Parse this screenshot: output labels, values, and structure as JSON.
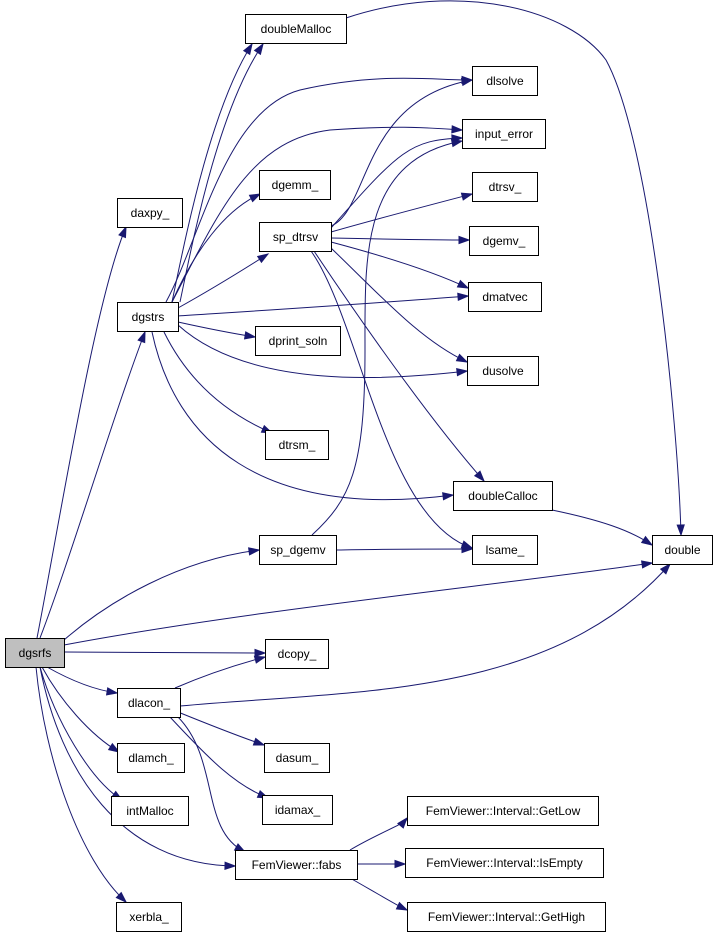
{
  "diagram": {
    "edge_color": "#191970",
    "root_fill": "#bfbfbf",
    "nodes": [
      {
        "id": "dgsrfs",
        "label": "dgsrfs"
      },
      {
        "id": "daxpy",
        "label": "daxpy_"
      },
      {
        "id": "dgstrs",
        "label": "dgstrs"
      },
      {
        "id": "doubleMalloc",
        "label": "doubleMalloc"
      },
      {
        "id": "dlsolve",
        "label": "dlsolve"
      },
      {
        "id": "input_error",
        "label": "input_error"
      },
      {
        "id": "dgemm",
        "label": "dgemm_"
      },
      {
        "id": "sp_dtrsv",
        "label": "sp_dtrsv"
      },
      {
        "id": "dtrsv",
        "label": "dtrsv_"
      },
      {
        "id": "dgemv",
        "label": "dgemv_"
      },
      {
        "id": "dmatvec",
        "label": "dmatvec"
      },
      {
        "id": "dprint_soln",
        "label": "dprint_soln"
      },
      {
        "id": "dusolve",
        "label": "dusolve"
      },
      {
        "id": "dtrsm",
        "label": "dtrsm_"
      },
      {
        "id": "doubleCalloc",
        "label": "doubleCalloc"
      },
      {
        "id": "sp_dgemv",
        "label": "sp_dgemv"
      },
      {
        "id": "lsame",
        "label": "lsame_"
      },
      {
        "id": "double",
        "label": "double"
      },
      {
        "id": "dcopy",
        "label": "dcopy_"
      },
      {
        "id": "dlacon",
        "label": "dlacon_"
      },
      {
        "id": "dlamch",
        "label": "dlamch_"
      },
      {
        "id": "dasum",
        "label": "dasum_"
      },
      {
        "id": "intMalloc",
        "label": "intMalloc"
      },
      {
        "id": "idamax",
        "label": "idamax_"
      },
      {
        "id": "GetLow",
        "label": "FemViewer::Interval::GetLow"
      },
      {
        "id": "IsEmpty",
        "label": "FemViewer::Interval::IsEmpty"
      },
      {
        "id": "fabs",
        "label": "FemViewer::fabs"
      },
      {
        "id": "GetHigh",
        "label": "FemViewer::Interval::GetHigh"
      },
      {
        "id": "xerbla",
        "label": "xerbla_"
      }
    ],
    "edges": [
      {
        "from": "dgsrfs",
        "to": "daxpy"
      },
      {
        "from": "dgsrfs",
        "to": "dgstrs"
      },
      {
        "from": "dgsrfs",
        "to": "sp_dgemv"
      },
      {
        "from": "dgsrfs",
        "to": "double"
      },
      {
        "from": "dgsrfs",
        "to": "dcopy"
      },
      {
        "from": "dgsrfs",
        "to": "dlacon"
      },
      {
        "from": "dgsrfs",
        "to": "dlamch"
      },
      {
        "from": "dgsrfs",
        "to": "intMalloc"
      },
      {
        "from": "dgsrfs",
        "to": "fabs"
      },
      {
        "from": "dgsrfs",
        "to": "xerbla"
      },
      {
        "from": "dgstrs",
        "to": "doubleMalloc"
      },
      {
        "from": "dgstrs",
        "to": "doubleMalloc"
      },
      {
        "from": "dgstrs",
        "to": "dlsolve"
      },
      {
        "from": "dgstrs",
        "to": "input_error"
      },
      {
        "from": "dgstrs",
        "to": "dgemm"
      },
      {
        "from": "dgstrs",
        "to": "sp_dtrsv"
      },
      {
        "from": "dgstrs",
        "to": "dmatvec"
      },
      {
        "from": "dgstrs",
        "to": "dprint_soln"
      },
      {
        "from": "dgstrs",
        "to": "dusolve"
      },
      {
        "from": "dgstrs",
        "to": "dtrsm"
      },
      {
        "from": "dgstrs",
        "to": "doubleCalloc"
      },
      {
        "from": "doubleMalloc",
        "to": "double"
      },
      {
        "from": "sp_dtrsv",
        "to": "dlsolve"
      },
      {
        "from": "sp_dtrsv",
        "to": "input_error"
      },
      {
        "from": "sp_dtrsv",
        "to": "dtrsv"
      },
      {
        "from": "sp_dtrsv",
        "to": "dgemv"
      },
      {
        "from": "sp_dtrsv",
        "to": "dmatvec"
      },
      {
        "from": "sp_dtrsv",
        "to": "dusolve"
      },
      {
        "from": "sp_dtrsv",
        "to": "doubleCalloc"
      },
      {
        "from": "sp_dtrsv",
        "to": "lsame"
      },
      {
        "from": "sp_dgemv",
        "to": "input_error"
      },
      {
        "from": "sp_dgemv",
        "to": "lsame"
      },
      {
        "from": "doubleCalloc",
        "to": "double"
      },
      {
        "from": "dlacon",
        "to": "dcopy"
      },
      {
        "from": "dlacon",
        "to": "double"
      },
      {
        "from": "dlacon",
        "to": "dasum"
      },
      {
        "from": "dlacon",
        "to": "idamax"
      },
      {
        "from": "dlacon",
        "to": "fabs"
      },
      {
        "from": "fabs",
        "to": "GetLow"
      },
      {
        "from": "fabs",
        "to": "IsEmpty"
      },
      {
        "from": "fabs",
        "to": "GetHigh"
      }
    ]
  }
}
